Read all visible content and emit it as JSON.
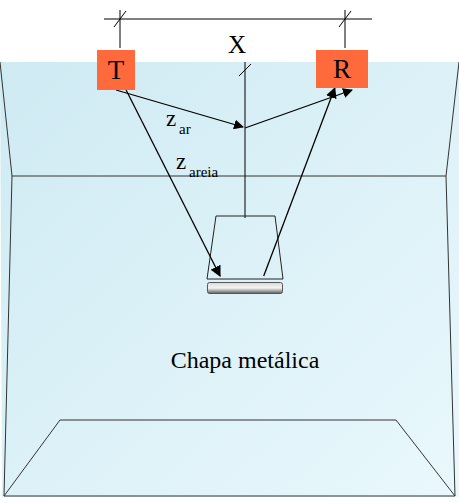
{
  "diagram": {
    "nodes": [
      {
        "text": [
          "T"
        ]
      },
      {
        "text": [
          "R"
        ]
      },
      {
        "text": [
          "Chapa metálica"
        ]
      }
    ],
    "edges": [
      {
        "from": 0,
        "to": 2,
        "arrow": "to"
      },
      {
        "from": 2,
        "to": 1,
        "arrow": "to"
      }
    ],
    "labels": [
      "X",
      "z",
      "ar",
      "z",
      "areia"
    ]
  }
}
